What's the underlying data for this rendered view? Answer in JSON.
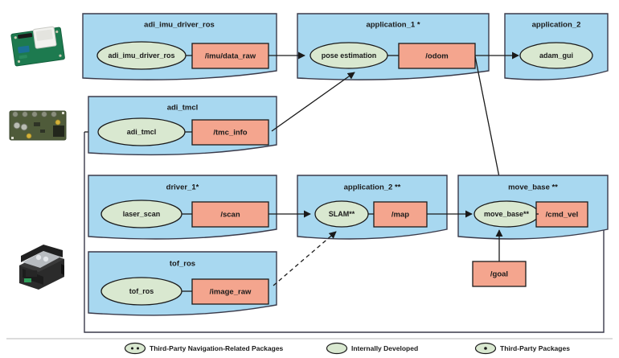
{
  "diagram": {
    "title_present": false,
    "colors": {
      "package_fill": "#a8d8f0",
      "package_stroke": "#3a3a4a",
      "node_fill": "#d9e8d0",
      "node_stroke": "#1a1a1a",
      "topic_fill": "#f4a58e",
      "topic_stroke": "#1a1a1a",
      "edge": "#1a1a1a",
      "background": "#ffffff"
    },
    "packages": [
      {
        "id": "adi_imu_driver_ros",
        "title": "adi_imu_driver_ros",
        "node": "adi_imu_driver_ros",
        "topic": "/imu/data_raw"
      },
      {
        "id": "application_1",
        "title": "application_1 *",
        "node": "pose estimation",
        "topic": "/odom"
      },
      {
        "id": "application_2_gui",
        "title": "application_2",
        "node": "adam_gui",
        "topic": ""
      },
      {
        "id": "adi_tmcl",
        "title": "adi_tmcl",
        "node": "adi_tmcl",
        "topic": "/tmc_info"
      },
      {
        "id": "driver_1",
        "title": "driver_1*",
        "node": "laser_scan",
        "topic": "/scan"
      },
      {
        "id": "application_2_slam",
        "title": "application_2 **",
        "node": "SLAM**",
        "topic": "/map"
      },
      {
        "id": "move_base",
        "title": "move_base **",
        "node": "move_base**",
        "topic": "/cmd_vel"
      },
      {
        "id": "tof_ros",
        "title": "tof_ros",
        "node": "tof_ros",
        "topic": "/image_raw"
      }
    ],
    "standalone_topics": [
      {
        "id": "goal",
        "label": "/goal"
      }
    ],
    "devices": [
      {
        "id": "imu-board",
        "name": "imu-sensor-board"
      },
      {
        "id": "motor-board",
        "name": "motor-controller-board"
      },
      {
        "id": "tof-camera",
        "name": "tof-camera-module"
      }
    ],
    "legend": [
      {
        "id": "third-party-nav",
        "label": "Third-Party Navigation-Related Packages",
        "marker": "ellipse-double-dot"
      },
      {
        "id": "internally-developed",
        "label": "Internally Developed",
        "marker": "ellipse-plain"
      },
      {
        "id": "third-party",
        "label": "Third-Party Packages",
        "marker": "ellipse-single-dot"
      }
    ]
  }
}
